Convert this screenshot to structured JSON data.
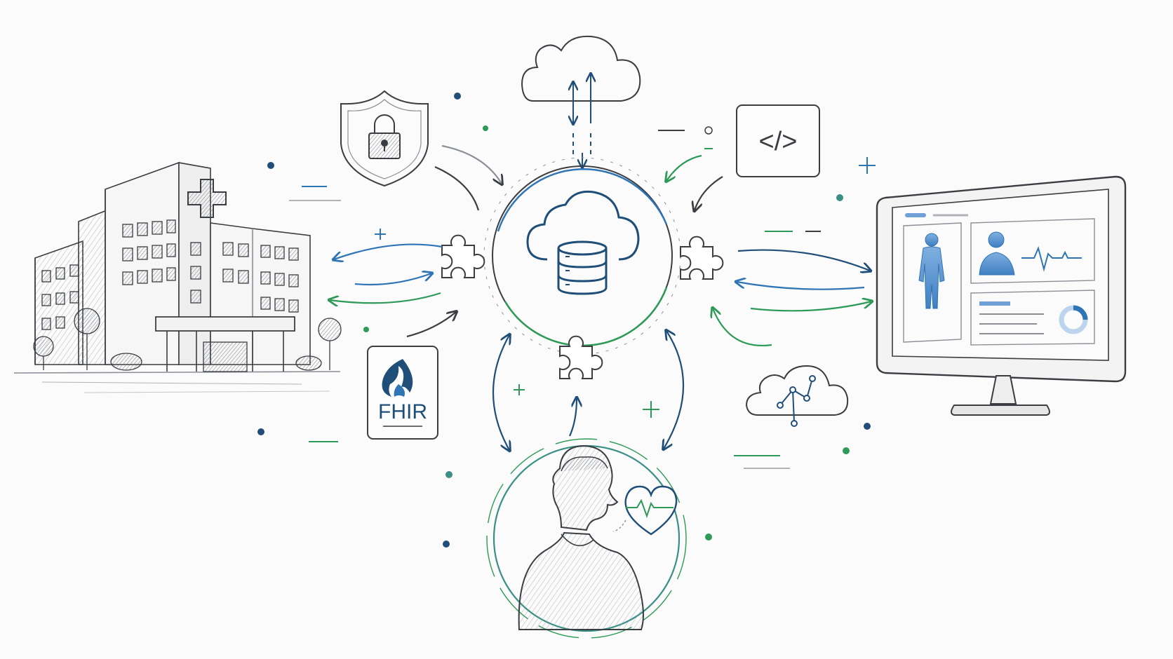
{
  "fhir_card": {
    "label": "FHIR"
  },
  "code_card": {
    "label": "</>"
  },
  "colors": {
    "ink": "#3a3d42",
    "ink_light": "#8b9097",
    "blue": "#2f74b5",
    "navy": "#1f4e79",
    "green": "#2e9a57",
    "teal": "#3a8f86",
    "figure_blue": "#6fa0d6",
    "background": "#fbfbfb"
  },
  "icons": {
    "hospital": "hospital-building-sketch",
    "shield": "shield-lock-icon",
    "cloud_top": "cloud-sync-icon",
    "code": "code-brackets-icon",
    "hub": "cloud-database-icon",
    "puzzle": "puzzle-piece-icon",
    "fhir": "fhir-flame-icon",
    "monitor": "clinical-dashboard-monitor",
    "cloud_network": "cloud-network-icon",
    "patient": "patient-portrait",
    "heart": "heart-pulse-icon"
  }
}
